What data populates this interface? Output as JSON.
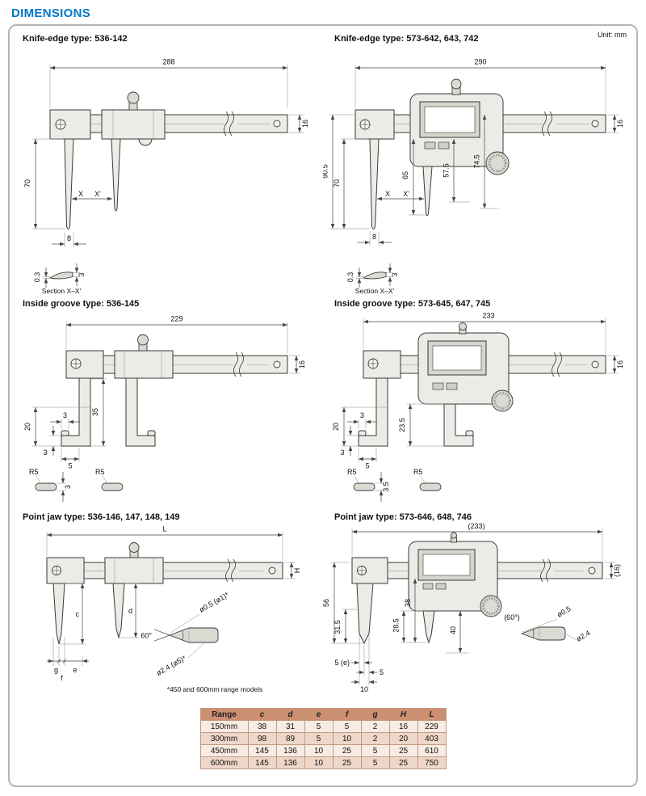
{
  "page_title": "DIMENSIONS",
  "unit_label": "Unit: mm",
  "panels": {
    "p1": {
      "title": "Knife-edge type: 536-142",
      "dims": {
        "overall": "288",
        "beam_height": "16",
        "jaw_length": "70",
        "section_x": "X",
        "section_xp": "X'",
        "jaw_width": "8",
        "edge_thickness": "0.3",
        "edge_width": "3",
        "section_label": "Section X–X'"
      }
    },
    "p2": {
      "title": "Knife-edge type: 573-642, 643, 742",
      "dims": {
        "overall": "290",
        "beam_height": "16",
        "overall_height": "90.5",
        "jaw_length": "70",
        "section_x": "X",
        "section_xp": "X'",
        "movable_jaw": "65",
        "depth1": "57.5",
        "depth2": "74.5",
        "jaw_width": "8",
        "edge_thickness": "0.3",
        "edge_width": "3",
        "section_label": "Section X–X'"
      }
    },
    "p3": {
      "title": "Inside groove type: 536-145",
      "dims": {
        "overall": "229",
        "beam_height": "16",
        "groove_depth": "20",
        "tip_width": "3",
        "jaw_length": "35",
        "foot_length": "5",
        "foot_thickness": "3",
        "radius_left": "R5",
        "radius_right": "R5",
        "detail_thickness": "3"
      }
    },
    "p4": {
      "title": "Inside groove type: 573-645, 647, 745",
      "dims": {
        "overall": "233",
        "beam_height": "16",
        "groove_depth": "20",
        "tip_width": "3",
        "jaw_length": "23.5",
        "foot_length": "5",
        "foot_thickness": "3",
        "radius_left": "R5",
        "radius_right": "R5",
        "detail_thickness": "3.5"
      }
    },
    "p5": {
      "title": "Point jaw type: 536-146, 147, 148, 149",
      "dims": {
        "overall": "L",
        "beam_height": "H",
        "c": "c",
        "d": "d",
        "g": "g",
        "f": "f",
        "e": "e",
        "cone_angle": "60°",
        "cone_dia": "ø2.4 (ø5)*",
        "tip_dia": "ø0.5 (ø1)*"
      },
      "note": "*450 and 600mm range models"
    },
    "p6": {
      "title": "Point jaw type: 573-646, 648, 746",
      "dims": {
        "overall": "(233)",
        "beam_height": "(16)",
        "overall_height": "56",
        "lower_height": "31.5",
        "movable_jaw": "28.5",
        "jaw_offset": "38",
        "depth": "40",
        "tip_e": "5 (e)",
        "tip_5": "5",
        "tip_10": "10",
        "cone_angle": "(60°)",
        "tip_dia": "ø0.5",
        "cone_dia": "ø2.4"
      }
    }
  },
  "table": {
    "headers": [
      "Range",
      "c",
      "d",
      "e",
      "f",
      "g",
      "H",
      "L"
    ],
    "rows": [
      [
        "150mm",
        "38",
        "31",
        "5",
        "5",
        "2",
        "16",
        "229"
      ],
      [
        "300mm",
        "98",
        "89",
        "5",
        "10",
        "2",
        "20",
        "403"
      ],
      [
        "450mm",
        "145",
        "136",
        "10",
        "25",
        "5",
        "25",
        "610"
      ],
      [
        "600mm",
        "145",
        "136",
        "10",
        "25",
        "5",
        "25",
        "750"
      ]
    ]
  },
  "colors": {
    "accent_blue": "#0077c8",
    "table_header_bg": "#cd8f72",
    "table_row_light": "#f8ebe3",
    "table_row_dark": "#eed7c9",
    "table_border": "#c09a82"
  }
}
